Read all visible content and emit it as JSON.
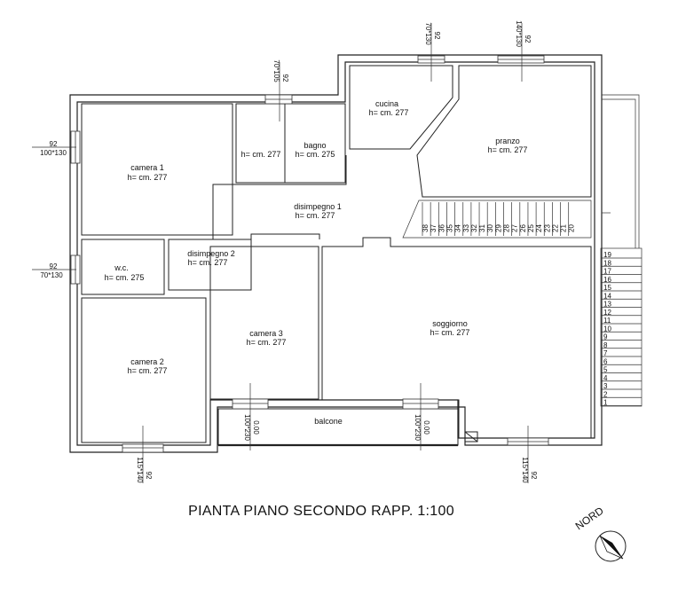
{
  "title": "PIANTA PIANO SECONDO RAPP. 1:100",
  "north_label": "NORD",
  "rooms": {
    "camera1": {
      "name": "camera 1",
      "height": "h= cm. 277"
    },
    "camera2": {
      "name": "camera 2",
      "height": "h= cm. 277"
    },
    "camera3": {
      "name": "camera 3",
      "height": "h= cm. 277"
    },
    "wc": {
      "name": "w.c.",
      "height": "h= cm. 275"
    },
    "bagno": {
      "name": "bagno",
      "height": "h= cm. 275"
    },
    "bagno_left": {
      "height": "h= cm. 277"
    },
    "cucina": {
      "name": "cucina",
      "height": "h= cm. 277"
    },
    "pranzo": {
      "name": "pranzo",
      "height": "h= cm. 277"
    },
    "disimpegno1": {
      "name": "disimpegno 1",
      "height": "h= cm. 277"
    },
    "disimpegno2": {
      "name": "disimpegno 2",
      "height": "h= cm. 277"
    },
    "soggiorno": {
      "name": "soggiorno",
      "height": "h= cm. 277"
    },
    "balcone": {
      "name": "balcone"
    }
  },
  "windows": {
    "w_cam1": {
      "sill": "92",
      "size": "100*130"
    },
    "w_wc": {
      "sill": "92",
      "size": "70*130"
    },
    "w_bagno": {
      "sill": "92",
      "size": "70*105"
    },
    "w_cucina": {
      "sill": "92",
      "size": "70*130"
    },
    "w_pranzo": {
      "sill": "92",
      "size": "140*130"
    },
    "w_cam2": {
      "sill": "92",
      "size": "115*140"
    },
    "w_sogg": {
      "sill": "92",
      "size": "115*140"
    },
    "d_cam3": {
      "sill": "0.00",
      "size": "100*230"
    },
    "d_sogg": {
      "sill": "0.00",
      "size": "100*230"
    }
  },
  "stairs_top": [
    "38",
    "37",
    "36",
    "35",
    "34",
    "33",
    "32",
    "31",
    "30",
    "29",
    "28",
    "27",
    "26",
    "25",
    "24",
    "23",
    "22",
    "21",
    "20"
  ],
  "stairs_right": [
    "19",
    "18",
    "17",
    "16",
    "15",
    "14",
    "13",
    "12",
    "11",
    "10",
    "9",
    "8",
    "7",
    "6",
    "5",
    "4",
    "3",
    "2",
    "1"
  ]
}
